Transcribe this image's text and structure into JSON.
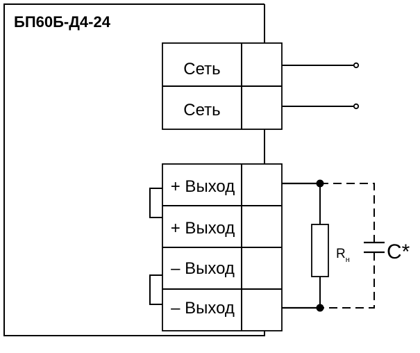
{
  "device": {
    "title": "БП60Б-Д4-24"
  },
  "terminals": {
    "mains": [
      "Сеть",
      "Сеть"
    ],
    "outputs": [
      "+ Выход",
      "+ Выход",
      "– Выход",
      "– Выход"
    ]
  },
  "load": {
    "resistor_label": "R",
    "resistor_subscript": "н",
    "capacitor_label": "C*"
  }
}
